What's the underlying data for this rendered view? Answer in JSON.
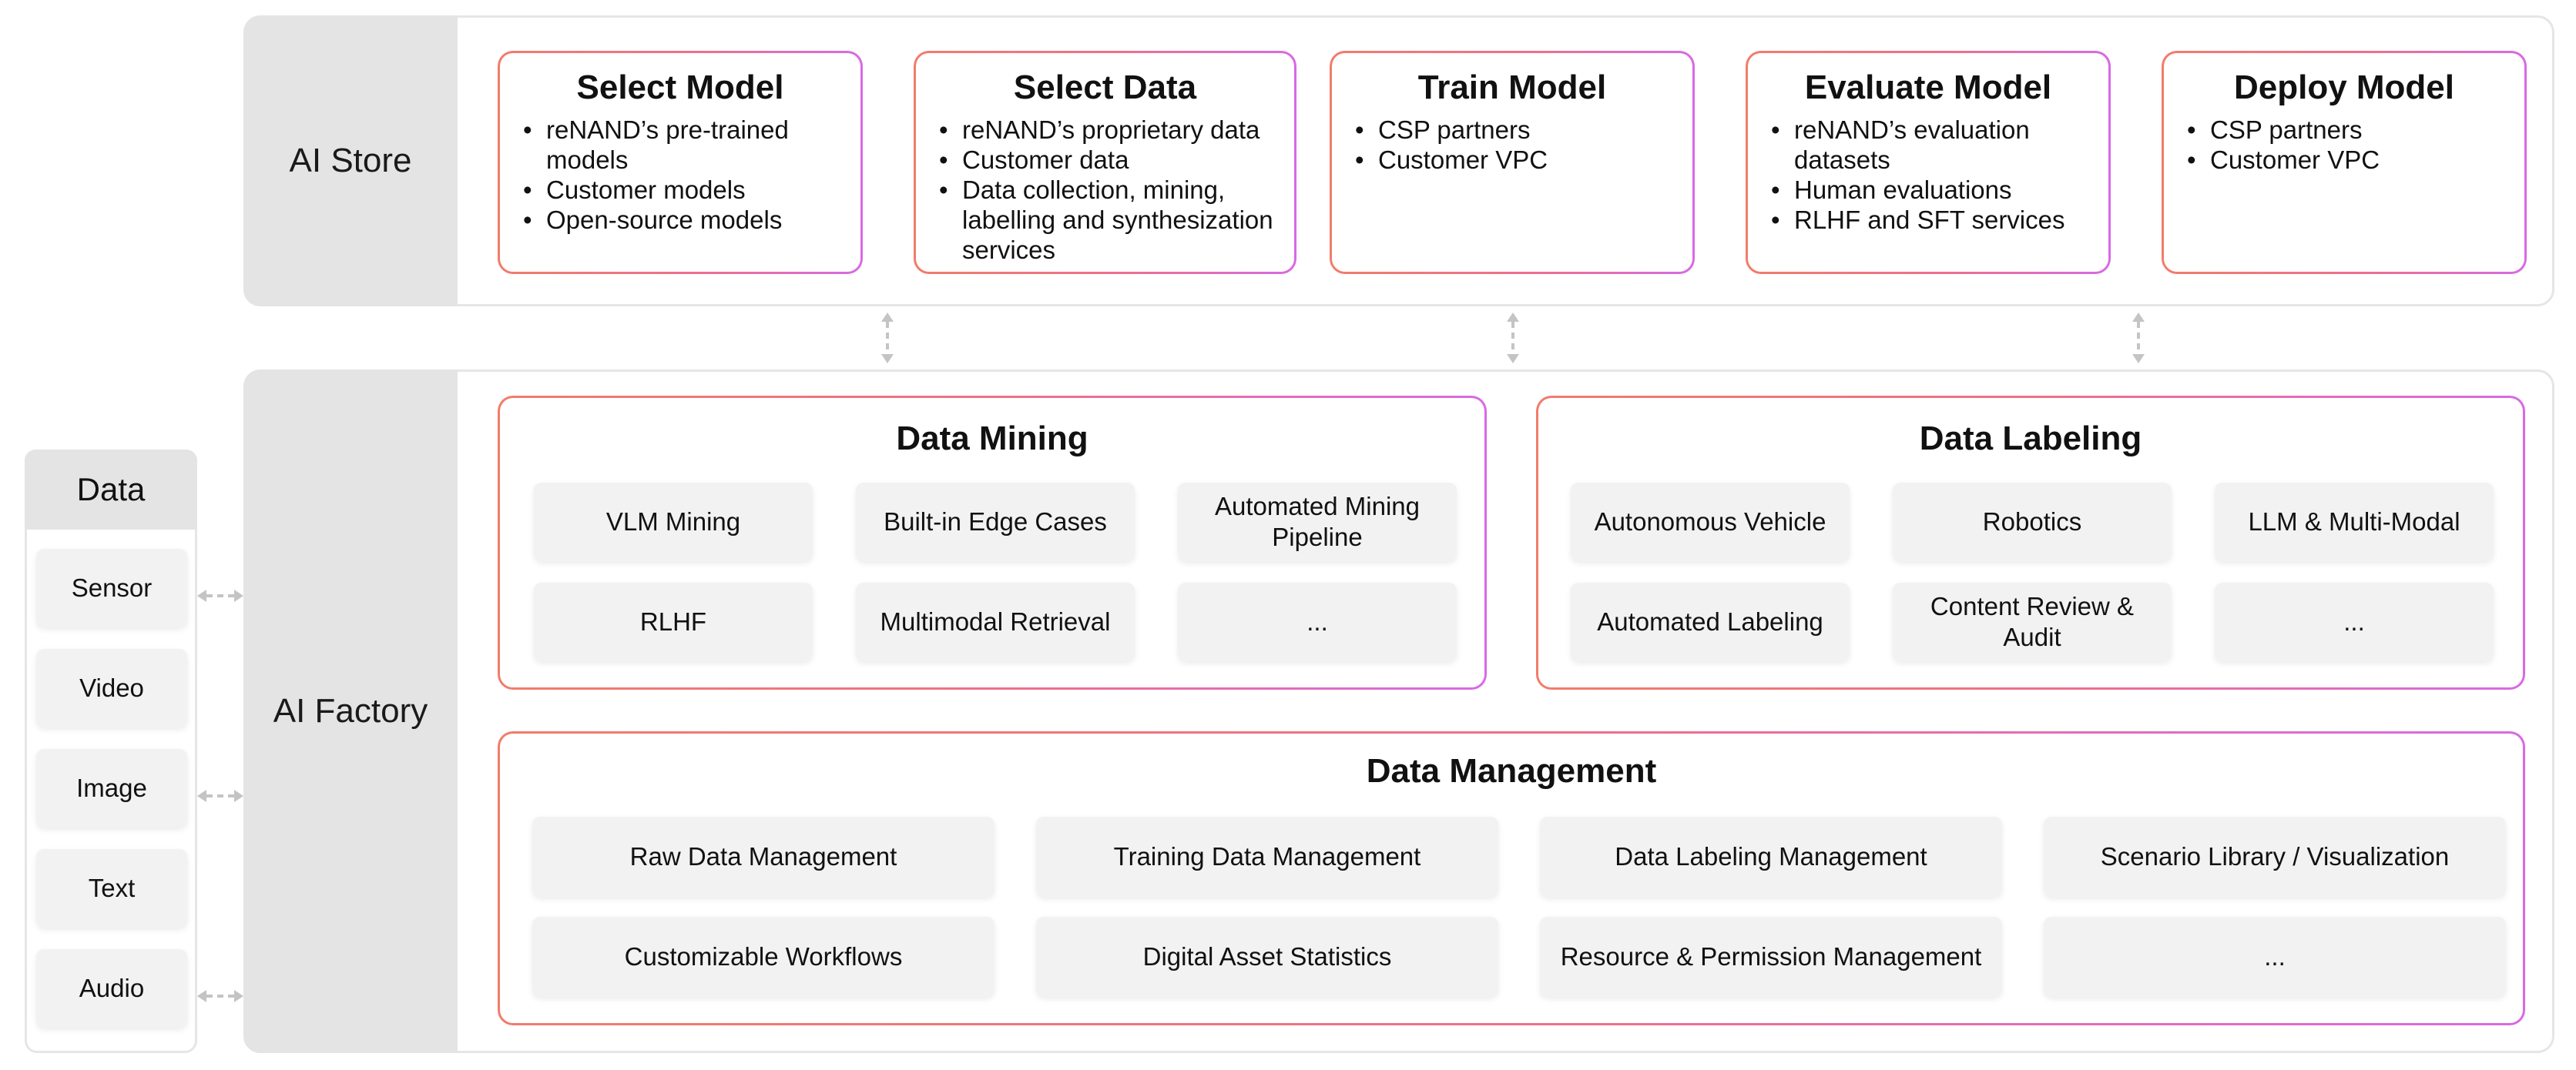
{
  "ai_store": {
    "label": "AI Store",
    "cards": [
      {
        "title": "Select Model",
        "items": [
          "reNAND’s pre-trained models",
          "Customer models",
          "Open-source models"
        ]
      },
      {
        "title": "Select Data",
        "items": [
          "reNAND’s proprietary data",
          "Customer data",
          "Data collection, mining, labelling and synthesization services"
        ]
      },
      {
        "title": "Train Model",
        "items": [
          "CSP partners",
          "Customer VPC"
        ]
      },
      {
        "title": "Evaluate Model",
        "items": [
          "reNAND’s evaluation datasets",
          "Human evaluations",
          "RLHF and SFT services"
        ]
      },
      {
        "title": "Deploy Model",
        "items": [
          "CSP partners",
          "Customer VPC"
        ]
      }
    ]
  },
  "ai_factory": {
    "label": "AI Factory",
    "data_mining": {
      "title": "Data Mining",
      "items": [
        "VLM Mining",
        "Built-in Edge Cases",
        "Automated Mining Pipeline",
        "RLHF",
        "Multimodal Retrieval",
        "..."
      ]
    },
    "data_labeling": {
      "title": "Data Labeling",
      "items": [
        "Autonomous Vehicle",
        "Robotics",
        "LLM & Multi-Modal",
        "Automated Labeling",
        "Content Review & Audit",
        "..."
      ]
    },
    "data_management": {
      "title": "Data Management",
      "items": [
        "Raw Data Management",
        "Training Data Management",
        "Data Labeling Management",
        "Scenario Library / Visualization",
        "Customizable Workflows",
        "Digital Asset Statistics",
        "Resource & Permission Management",
        "..."
      ]
    }
  },
  "data_sources": {
    "title": "Data",
    "items": [
      "Sensor",
      "Video",
      "Image",
      "Text",
      "Audio"
    ]
  },
  "colors": {
    "gradient_start": "#f17c6b",
    "gradient_end": "#d86ae4",
    "label_bg": "#e4e4e4",
    "chip_bg": "#f2f2f2",
    "arrow": "#c4c4c4"
  }
}
